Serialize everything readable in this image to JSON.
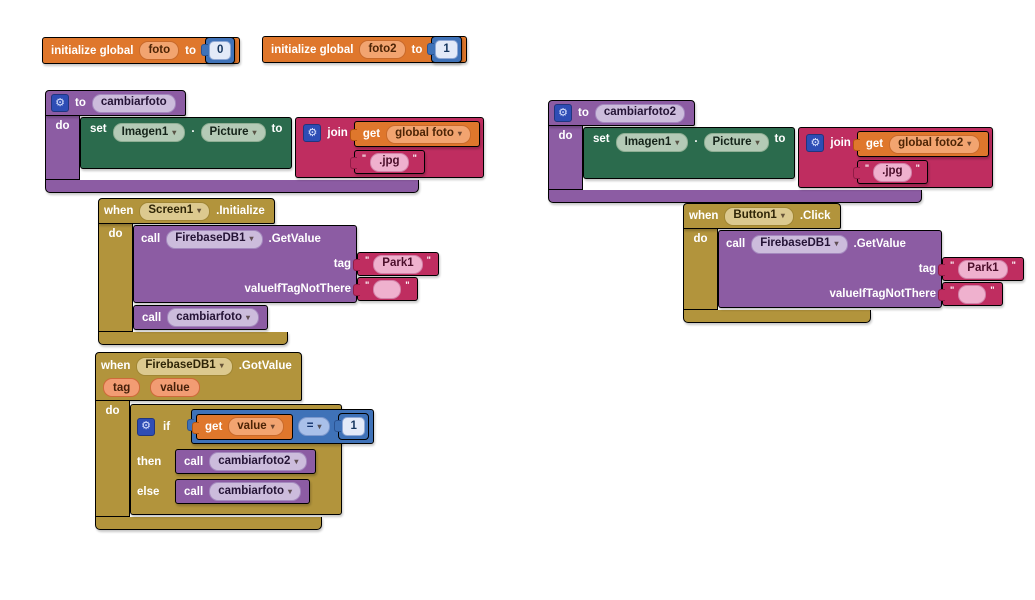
{
  "app": {
    "name": "App Inventor Blocks Workspace"
  },
  "colors": {
    "control_gold": "#B2943C",
    "procedure_purple": "#8C5CA3",
    "setter_green": "#2B6B4D",
    "text_pink": "#BF2D60",
    "variable_orange": "#DF772C",
    "math_blue": "#3F72B8",
    "workspace_bg": "#FFFFFF"
  },
  "blocks": {
    "init_foto": {
      "keyword": "initialize global",
      "name": "foto",
      "to_label": "to",
      "value": "0"
    },
    "init_foto2": {
      "keyword": "initialize global",
      "name": "foto2",
      "to_label": "to",
      "value": "1"
    },
    "proc_cambiarfoto": {
      "to_label": "to",
      "name": "cambiarfoto",
      "do_label": "do",
      "set_label": "set",
      "component": "Imagen1",
      "dot": ".",
      "property": "Picture",
      "to2_label": "to",
      "join_label": "join",
      "get_label": "get",
      "variable": "global foto",
      "text_value": ".jpg"
    },
    "proc_cambiarfoto2": {
      "to_label": "to",
      "name": "cambiarfoto2",
      "do_label": "do",
      "set_label": "set",
      "component": "Imagen1",
      "dot": ".",
      "property": "Picture",
      "to2_label": "to",
      "join_label": "join",
      "get_label": "get",
      "variable": "global foto2",
      "text_value": ".jpg"
    },
    "when_screen1": {
      "when_label": "when",
      "component": "Screen1",
      "event": ".Initialize",
      "do_label": "do",
      "call_label": "call",
      "call_component": "FirebaseDB1",
      "method": ".GetValue",
      "arg1_label": "tag",
      "arg1_value": "Park1",
      "arg2_label": "valueIfTagNotThere",
      "arg2_value": "",
      "call2_label": "call",
      "call2_proc": "cambiarfoto"
    },
    "when_button1": {
      "when_label": "when",
      "component": "Button1",
      "event": ".Click",
      "do_label": "do",
      "call_label": "call",
      "call_component": "FirebaseDB1",
      "method": ".GetValue",
      "arg1_label": "tag",
      "arg1_value": "Park1",
      "arg2_label": "valueIfTagNotThere",
      "arg2_value": ""
    },
    "when_gotvalue": {
      "when_label": "when",
      "component": "FirebaseDB1",
      "event": ".GotValue",
      "param1": "tag",
      "param2": "value",
      "do_label": "do",
      "if_label": "if",
      "get_label": "get",
      "get_variable": "value",
      "operator": "=",
      "compare_value": "1",
      "then_label": "then",
      "then_call_label": "call",
      "then_proc": "cambiarfoto2",
      "else_label": "else",
      "else_call_label": "call",
      "else_proc": "cambiarfoto"
    }
  }
}
